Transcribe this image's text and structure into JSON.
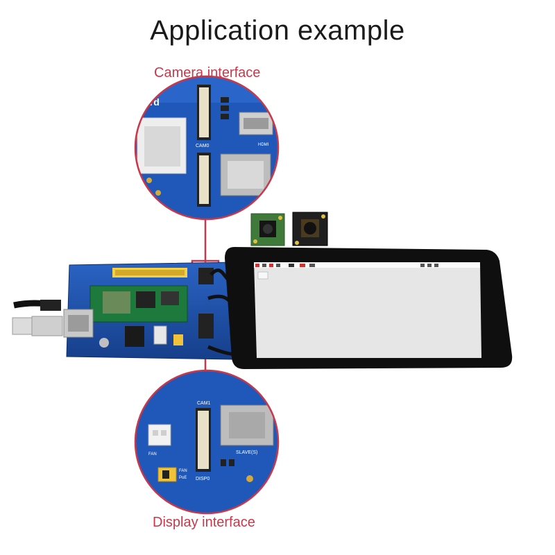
{
  "title": "Application example",
  "callouts": {
    "camera": "Camera interface",
    "display": "Display interface"
  },
  "colors": {
    "accent": "#c8384a",
    "board": "#1d4fa8",
    "screen_bezel": "#111111",
    "screen_display": "#e6e6e6"
  }
}
